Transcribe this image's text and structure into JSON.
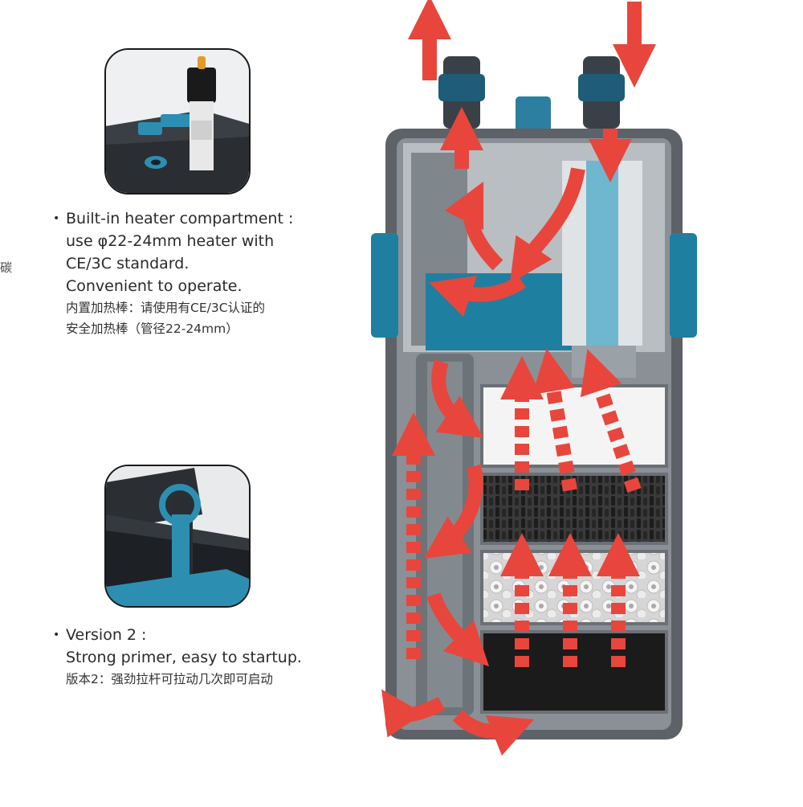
{
  "edge_text": "碳",
  "features": [
    {
      "lines_en": [
        "Built-in heater compartment :",
        "use φ22-24mm heater with",
        "CE/3C standard.",
        "Convenient to operate."
      ],
      "lines_cn": [
        "内置加热棒：请使用有CE/3C认证的",
        "安全加热棒（管径22-24mm）"
      ]
    },
    {
      "lines_en": [
        "Version 2 :",
        "Strong primer, easy to startup."
      ],
      "lines_cn": [
        "版本2：强劲拉杆可拉动几次即可启动"
      ]
    }
  ],
  "colors": {
    "housing": "#5d6268",
    "blue_part": "#1f7fa0",
    "flow_arrow": "#e8463c",
    "sponge_white": "#f4f4f4",
    "carbon": "#2b2b2b",
    "black_sponge": "#1b1b1b"
  },
  "icons": [
    "heater-inset-photo",
    "primer-inset-photo",
    "canister-filter-cutaway",
    "water-flow-arrows"
  ]
}
